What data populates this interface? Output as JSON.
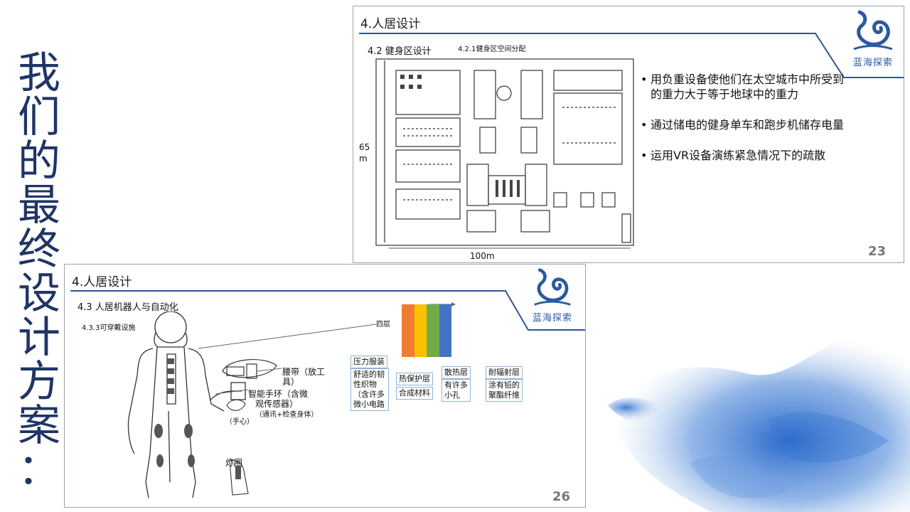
{
  "title_chars": [
    "我",
    "们",
    "的",
    "最",
    "终",
    "设",
    "计",
    "方",
    "案",
    "："
  ],
  "slide_top": {
    "header": "4.人居设计",
    "logo_text": "蓝海探索",
    "section": "4.2 健身区设计",
    "subsection": "4.2.1健身区空间分配",
    "height_label": "65\nm",
    "height_label_1": "65",
    "height_label_2": "m",
    "width_label": "100m",
    "bullets": [
      "用负重设备使他们在太空城市中所受到的重力大于等于地球中的重力",
      "通过储电的健身单车和跑步机储存电量",
      "运用VR设备演练紧急情况下的疏散"
    ],
    "page": "23"
  },
  "slide_bottom": {
    "header": "4.人居设计",
    "logo_text": "蓝海探索",
    "section": "4.3 人居机器人与自动化",
    "subsection": "4.3.3可穿戴设施",
    "layers_label": "四层",
    "belt_label_1": "腰带（放工",
    "belt_label_2": "具）",
    "bracelet_label_1": "智能手环（含微",
    "bracelet_label_2": "观传感器）",
    "bracelet_label_3": "（通讯+检查身体）",
    "palm_label": "（手心）",
    "ring_label": "灯圈",
    "layers": [
      {
        "name": "压力服装",
        "desc": [
          "舒适的韧",
          "性织物",
          "（含许多",
          "微小电路"
        ],
        "color": "#ed7d31"
      },
      {
        "name": "热保护层",
        "desc": [
          "合成材料"
        ],
        "color": "#ffc000"
      },
      {
        "name": "散热层",
        "desc": [
          "有许多",
          "小孔"
        ],
        "color": "#70ad47"
      },
      {
        "name": "耐辐射层",
        "desc": [
          "涂有铅的",
          "聚酯纤维"
        ],
        "color": "#4472c4"
      }
    ],
    "page": "26"
  },
  "colors": {
    "title": "#1f3565",
    "rule": "#2f5597",
    "logo": "#2c5aa0"
  }
}
